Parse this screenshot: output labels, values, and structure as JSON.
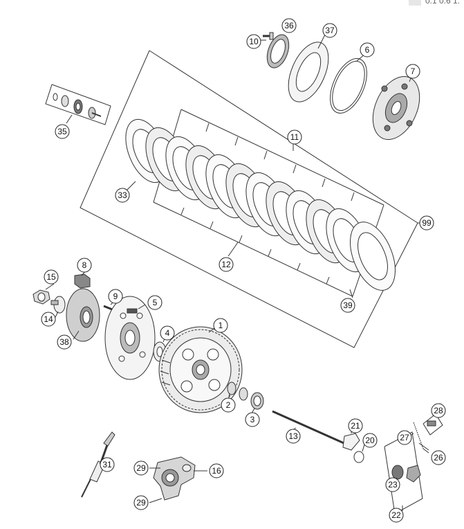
{
  "corner_scale": "0.1  0.6  1.",
  "callouts": [
    "1",
    "2",
    "3",
    "4",
    "5",
    "6",
    "7",
    "8",
    "9",
    "10",
    "11",
    "12",
    "13",
    "14",
    "15",
    "16",
    "20",
    "21",
    "22",
    "23",
    "26",
    "27",
    "28",
    "29",
    "29",
    "31",
    "33",
    "35",
    "36",
    "37",
    "38",
    "39",
    "99"
  ],
  "colors": {
    "line": "#333333",
    "fill_light": "#f2f2f2",
    "fill_mid": "#cfcfcf",
    "fill_dark": "#8a8a8a"
  }
}
